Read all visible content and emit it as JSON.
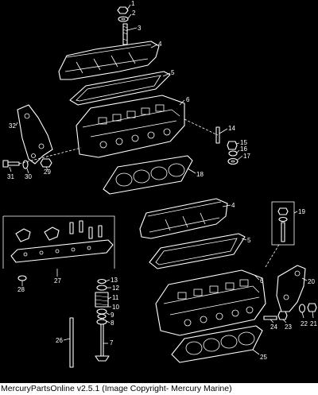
{
  "footer": {
    "caption": "MercuryPartsOnline v2.5.1 (Image Copyright- Mercury Marine)"
  },
  "callouts": {
    "c1": "1",
    "c2": "2",
    "c3": "3",
    "c4": "4",
    "c5": "5",
    "c6": "6",
    "c7": "7",
    "c8": "8",
    "c9": "9",
    "c10": "10",
    "c11": "11",
    "c12": "12",
    "c13": "13",
    "c14": "14",
    "c15": "15",
    "c16": "16",
    "c17": "17",
    "c18": "18",
    "c19": "19",
    "c20": "20",
    "c21": "21",
    "c22": "22",
    "c23": "23",
    "c24": "24",
    "c25": "25",
    "c26": "26",
    "c27": "27",
    "c28": "28",
    "c29": "29",
    "c30": "30",
    "c31": "31",
    "c32": "32",
    "c4b": "4",
    "c5b": "5",
    "c6b": "6"
  }
}
